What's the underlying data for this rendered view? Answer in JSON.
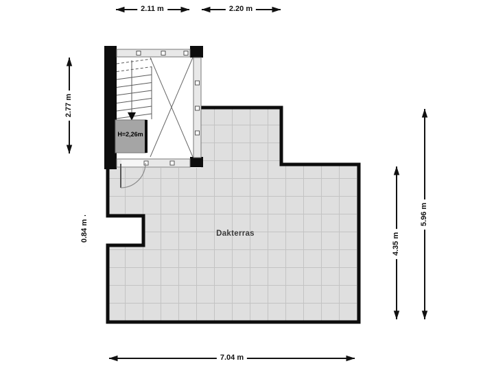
{
  "room": {
    "label": "Dakterras"
  },
  "stairwell": {
    "height_label": "H=2,26m"
  },
  "dimensions": {
    "top_left": "2.11 m",
    "top_right": "2.20 m",
    "left_stairwell": "2.77 m",
    "left_notch": "0.84 m",
    "right_lower": "4.35 m",
    "right_full": "5.96 m",
    "bottom": "7.04 m"
  },
  "colors": {
    "wall": "#0d0d0d",
    "tile_fill": "#dfdfdf",
    "tile_grid_line": "#c3c3c3",
    "window_fill": "#e8e8e8",
    "window_frame": "#767676",
    "stair_block_fill": "#a5a5a5",
    "dimension_line": "#111111",
    "background": "#ffffff"
  }
}
